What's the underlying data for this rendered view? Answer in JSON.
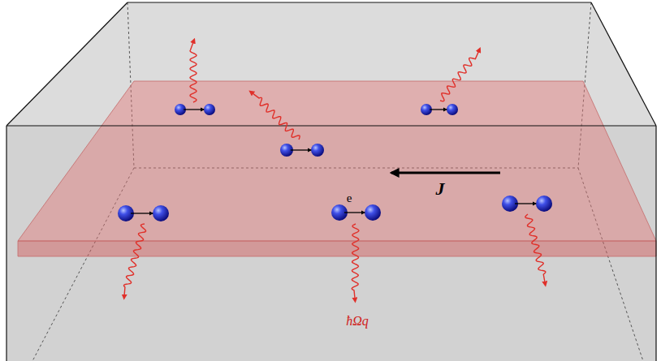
{
  "diagram": {
    "labels": [
      "J",
      "e",
      "ħΩq"
    ]
  }
}
